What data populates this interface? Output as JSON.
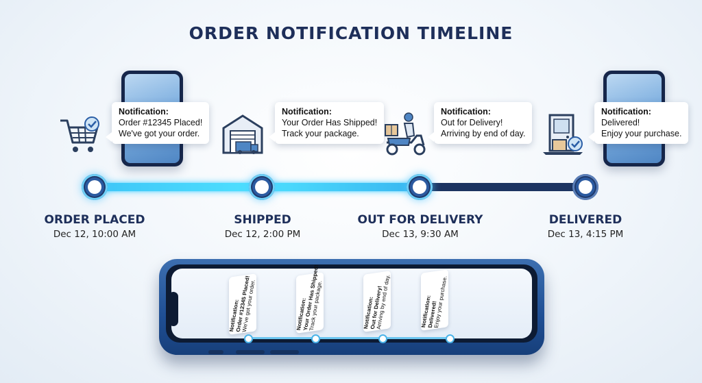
{
  "title": "ORDER NOTIFICATION TIMELINE",
  "colors": {
    "navy": "#1e2f5a",
    "track_active": "#3ec6f7",
    "track_inactive": "#1c3461",
    "phone_blue": "#2a5ea6"
  },
  "steps": [
    {
      "label": "ORDER PLACED",
      "time": "Dec 12, 10:00 AM",
      "icon": "shopping-cart-check-icon",
      "notification": {
        "header": "Notification:",
        "line1": "Order #12345 Placed!",
        "line2": "We've got your order."
      }
    },
    {
      "label": "SHIPPED",
      "time": "Dec 12, 2:00 PM",
      "icon": "warehouse-truck-icon",
      "notification": {
        "header": "Notification:",
        "line1": "Your Order Has Shipped!",
        "line2": "Track your package."
      }
    },
    {
      "label": "OUT FOR DELIVERY",
      "time": "Dec 13, 9:30 AM",
      "icon": "delivery-scooter-icon",
      "notification": {
        "header": "Notification:",
        "line1": "Out for Delivery!",
        "line2": "Arriving by end of day."
      }
    },
    {
      "label": "DELIVERED",
      "time": "Dec 13, 4:15 PM",
      "icon": "door-package-check-icon",
      "notification": {
        "header": "Notification:",
        "line1": "Delivered!",
        "line2": "Enjoy your purchase."
      }
    }
  ],
  "progress": {
    "completed_steps": 3,
    "total_steps": 4
  }
}
